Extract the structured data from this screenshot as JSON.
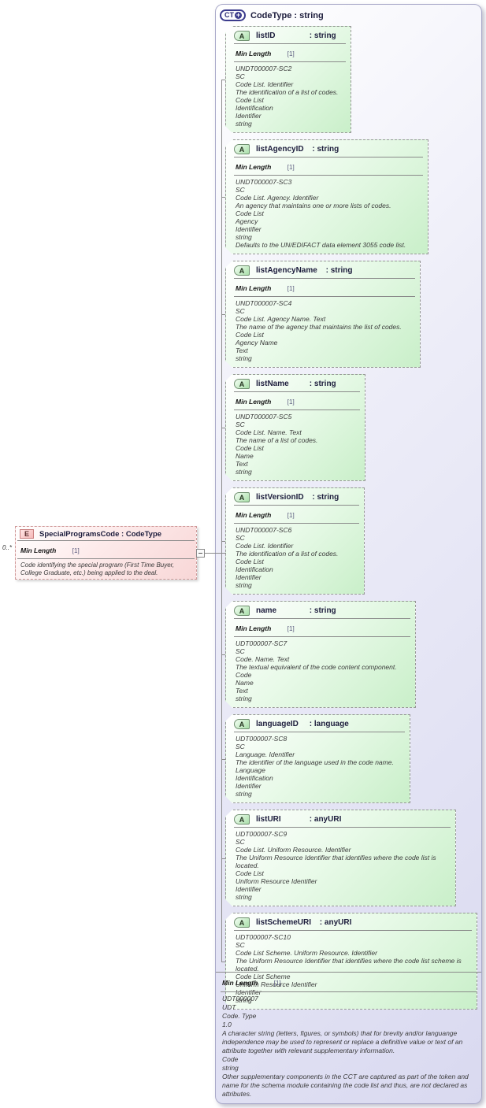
{
  "ui": {
    "colon": " : "
  },
  "container": {
    "icon": "CT",
    "plus": "+",
    "name": "CodeType",
    "type": "string"
  },
  "element": {
    "icon": "E",
    "name": "SpecialProgramsCode",
    "type": "CodeType",
    "cardinality": "0..*",
    "facet_label": "Min Length",
    "facet_value": "[1]",
    "description": "Code identifying the special program (First Time Buyer, College Graduate, etc.) being applied to the deal."
  },
  "attributes": [
    {
      "icon": "A",
      "name": "listID",
      "type": "string",
      "facet_label": "Min Length",
      "facet_value": "[1]",
      "body": "UNDT000007-SC2\nSC\nCode List. Identifier\nThe identification of a list of codes.\nCode List\nIdentification\nIdentifier\nstring"
    },
    {
      "icon": "A",
      "name": "listAgencyID",
      "type": "string",
      "facet_label": "Min Length",
      "facet_value": "[1]",
      "body": "UNDT000007-SC3\nSC\nCode List. Agency. Identifier\nAn agency that maintains one or more lists of codes.\nCode List\nAgency\nIdentifier\nstring\nDefaults to the UN/EDIFACT data element 3055 code list."
    },
    {
      "icon": "A",
      "name": "listAgencyName",
      "type": "string",
      "facet_label": "Min Length",
      "facet_value": "[1]",
      "body": "UNDT000007-SC4\nSC\nCode List. Agency Name. Text\nThe name of the agency that maintains the list of codes.\nCode List\nAgency Name\nText\nstring"
    },
    {
      "icon": "A",
      "name": "listName",
      "type": "string",
      "facet_label": "Min Length",
      "facet_value": "[1]",
      "body": "UNDT000007-SC5\nSC\nCode List. Name. Text\nThe name of a list of codes.\nCode List\nName\nText\nstring"
    },
    {
      "icon": "A",
      "name": "listVersionID",
      "type": "string",
      "facet_label": "Min Length",
      "facet_value": "[1]",
      "body": "UNDT000007-SC6\nSC\nCode List. Identifier\nThe identification of a list of codes.\nCode List\nIdentification\nIdentifier\nstring"
    },
    {
      "icon": "A",
      "name": "name",
      "type": "string",
      "facet_label": "Min Length",
      "facet_value": "[1]",
      "body": "UDT000007-SC7\nSC\nCode. Name. Text\nThe textual equivalent of the code content component.\nCode\nName\nText\nstring"
    },
    {
      "icon": "A",
      "name": "languageID",
      "type": "language",
      "body": "UDT000007-SC8\nSC\nLanguage. Identifier\nThe identifier of the language used in the code name.\nLanguage\nIdentification\nIdentifier\nstring"
    },
    {
      "icon": "A",
      "name": "listURI",
      "type": "anyURI",
      "body": "UDT000007-SC9\nSC\nCode List. Uniform Resource. Identifier\nThe Uniform Resource Identifier that identifies where the code list is located.\nCode List\nUniform Resource Identifier\nIdentifier\nstring"
    },
    {
      "icon": "A",
      "name": "listSchemeURI",
      "type": "anyURI",
      "body": "UDT000007-SC10\nSC\nCode List Scheme. Uniform Resource. Identifier\nThe Uniform Resource Identifier that identifies where the code list scheme is located.\nCode List Scheme\nUniform Resource Identifier\nIdentifier\nstring"
    }
  ],
  "footer": {
    "facet_label": "Min Length",
    "facet_value": "[1]",
    "body": "UDT000007\nUDT\nCode. Type\n1.0\nA character string (letters, figures, or symbols) that for brevity and/or languange independence may be used to represent or replace a definitive value or text of an attribute together with relevant supplementary information.\nCode\nstring\nOther supplementary components in the CCT are captured as part of the token and name for the schema module containing the code list and thus, are not declared as attributes."
  }
}
